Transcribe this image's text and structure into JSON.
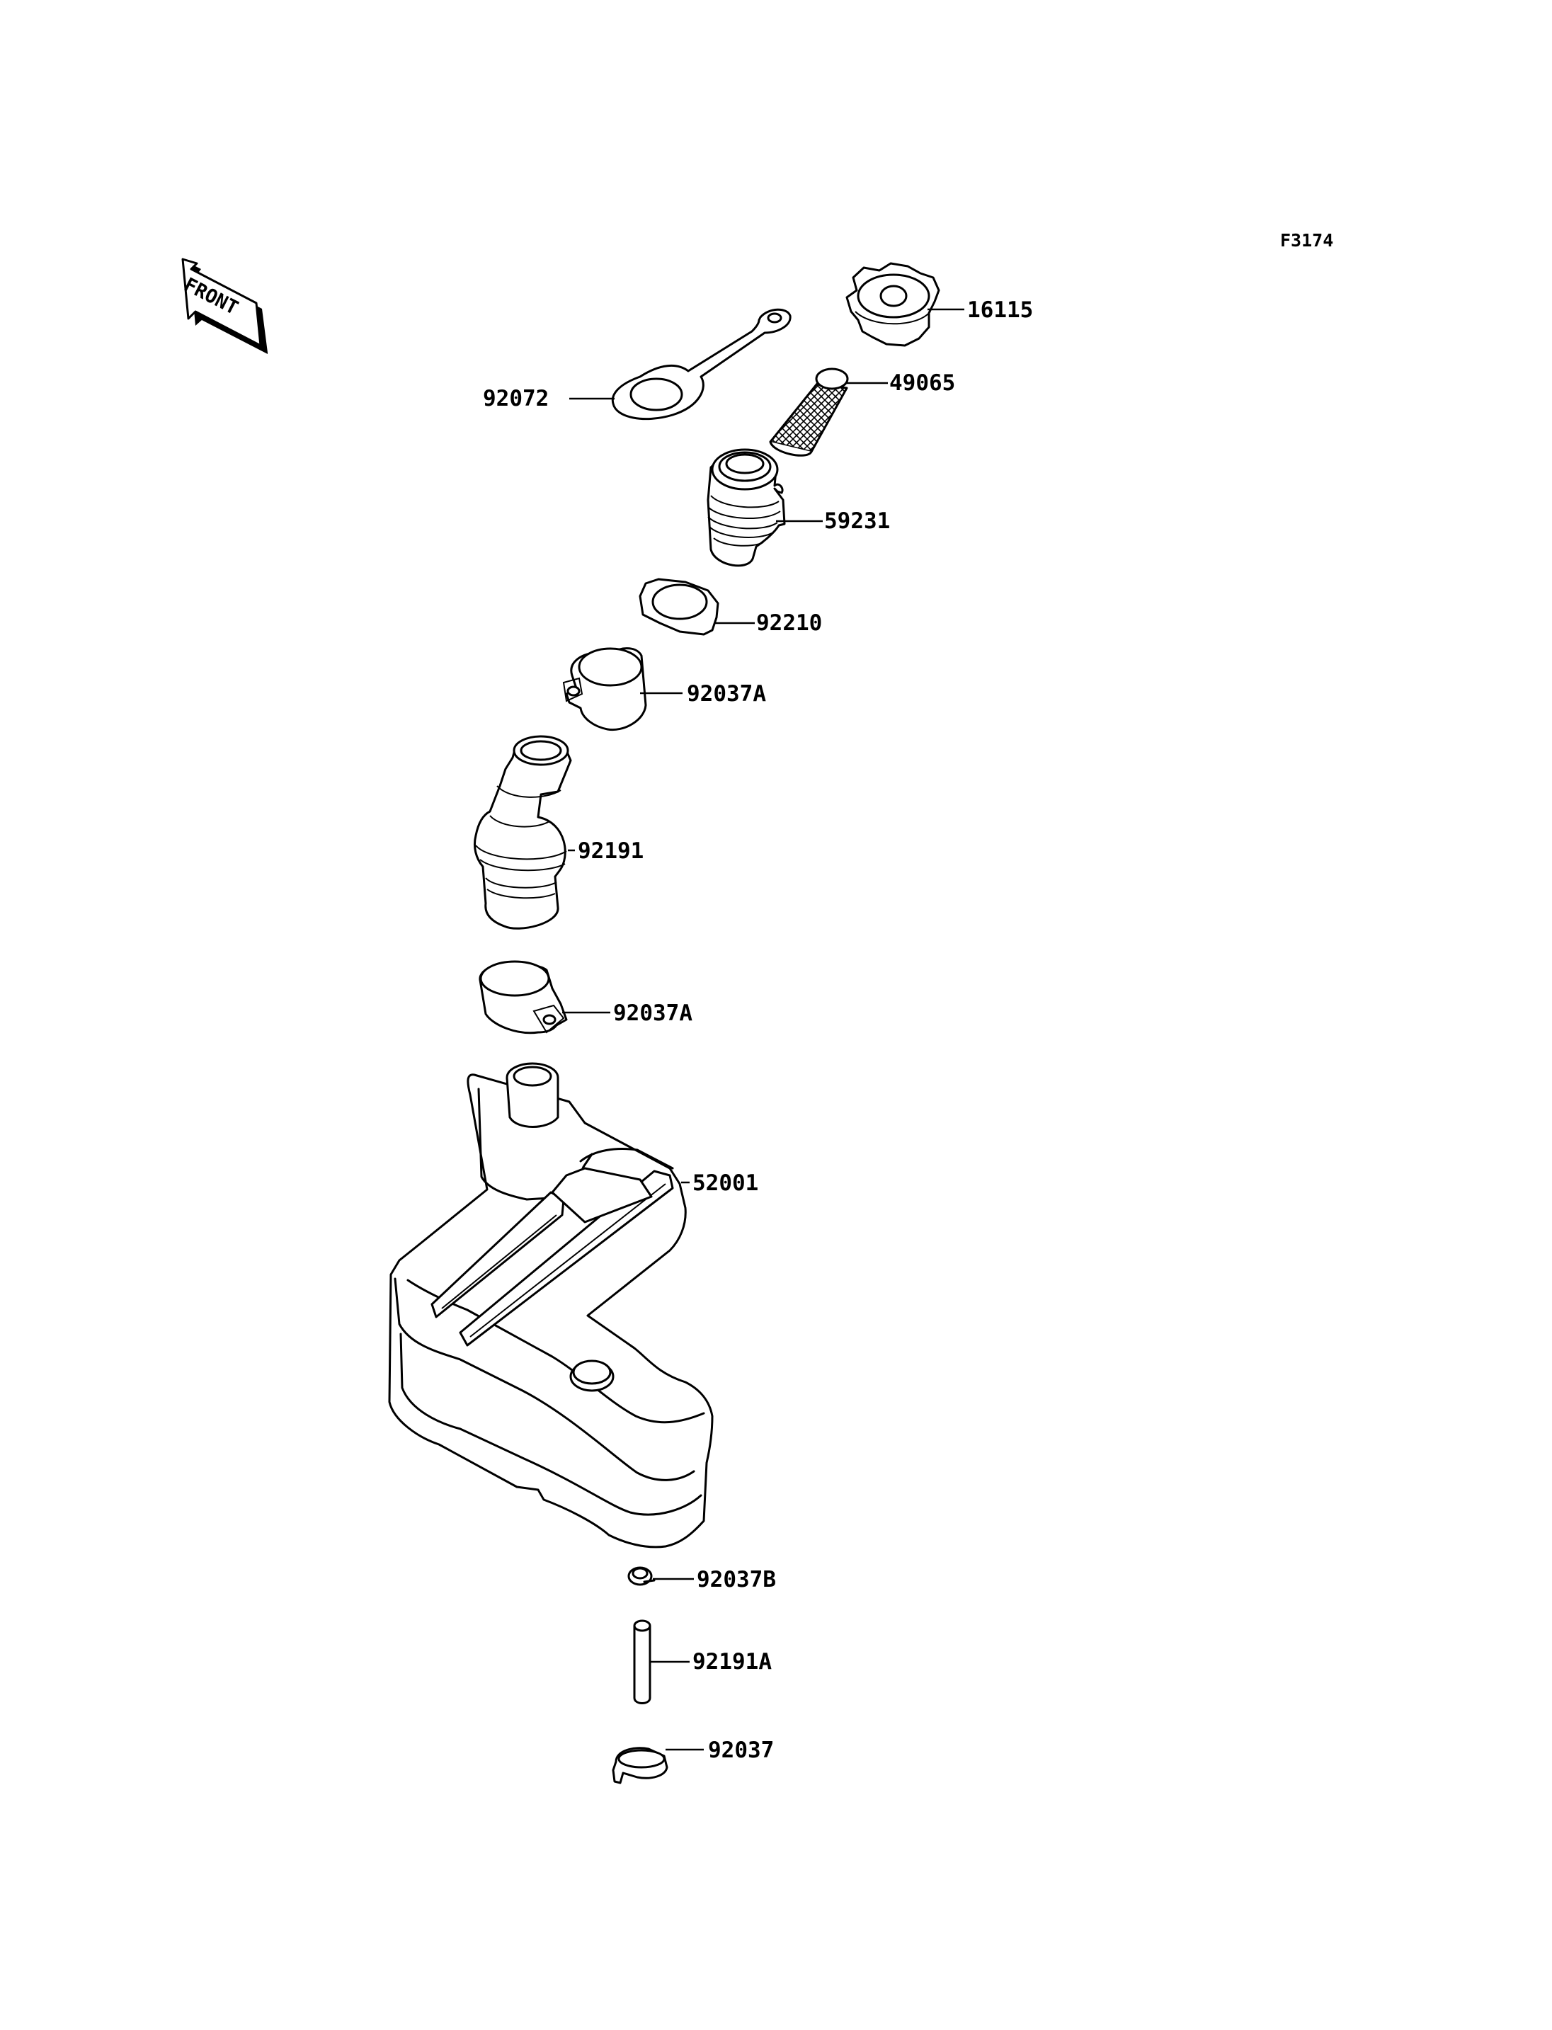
{
  "diagram": {
    "code": "F3174",
    "front_label": "FRONT",
    "parts": {
      "p16115": "16115",
      "p49065": "49065",
      "p92072": "92072",
      "p59231": "59231",
      "p92210": "92210",
      "p92037A_upper": "92037A",
      "p92191": "92191",
      "p92037A_lower": "92037A",
      "p52001": "52001",
      "p92037B": "92037B",
      "p92191A": "92191A",
      "p92037": "92037"
    }
  }
}
